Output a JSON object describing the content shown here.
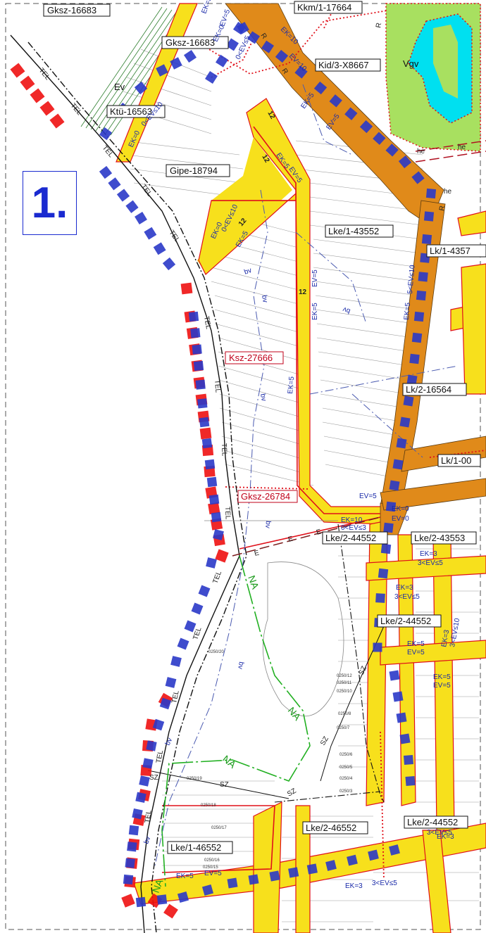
{
  "section_number": "1.",
  "zone_labels": [
    {
      "id": "gksz-16683-top",
      "text": "Gksz-16683",
      "style": "black"
    },
    {
      "id": "kkm-1-17664",
      "text": "Kkm/1-17664",
      "style": "black"
    },
    {
      "id": "gksz-16683",
      "text": "Gksz-16683",
      "style": "black"
    },
    {
      "id": "kid-3-x8667",
      "text": "Kid/3-X8667",
      "style": "black"
    },
    {
      "id": "vgv",
      "text": "Vgv",
      "style": "plain"
    },
    {
      "id": "ev",
      "text": "Ev",
      "style": "plain"
    },
    {
      "id": "ktu-16563",
      "text": "Ktü-16563",
      "style": "black"
    },
    {
      "id": "gipe-18794",
      "text": "Gipe-18794",
      "style": "black"
    },
    {
      "id": "lke-1-43552",
      "text": "Lke/1-43552",
      "style": "black"
    },
    {
      "id": "lk-1-4357",
      "text": "Lk/1-4357",
      "style": "black"
    },
    {
      "id": "ksz-27666",
      "text": "Ksz-27666",
      "style": "red"
    },
    {
      "id": "lk-2-16564",
      "text": "Lk/2-16564",
      "style": "black"
    },
    {
      "id": "lk-1-00",
      "text": "Lk/1-00",
      "style": "black"
    },
    {
      "id": "gksz-26784",
      "text": "Gksz-26784",
      "style": "red"
    },
    {
      "id": "lke-2-44552-a",
      "text": "Lke/2-44552",
      "style": "black"
    },
    {
      "id": "lke-2-43553",
      "text": "Lke/2-43553",
      "style": "black"
    },
    {
      "id": "lke-2-44552-b",
      "text": "Lke/2-44552",
      "style": "black"
    },
    {
      "id": "lke-2-46552",
      "text": "Lke/2-46552",
      "style": "black"
    },
    {
      "id": "lke-2-44552-c",
      "text": "Lke/2-44552",
      "style": "black"
    },
    {
      "id": "lke-1-46552",
      "text": "Lke/1-46552",
      "style": "black"
    }
  ],
  "road_labels": [
    "EK=5",
    "EV=5",
    "EK=0",
    "0<EV≤5",
    "EK=10",
    "EV=10",
    "EK=0",
    "0<EV≤10",
    "EK=0",
    "0<EV≤10",
    "EK=5",
    "EK=5",
    "EV=5",
    "EK=5",
    "EV=5",
    "EK=5",
    "EV=5",
    "EK=5",
    "5<EV≤10",
    "EK=5",
    "EV=5",
    "EK=0",
    "EV=0",
    "EK=10",
    "0<EV≤3",
    "EK=3",
    "3<EV≤5",
    "EK=3",
    "3<EV≤5",
    "EK=5",
    "EV=5",
    "EK=5",
    "EV=5",
    "EK=3",
    "3<EV≤10",
    "EK=5",
    "EV=5",
    "EK=3",
    "3<EV≤5",
    "EK=3",
    "3<EV≤5"
  ],
  "line_markers": {
    "tel": "TEL",
    "bv": "bv",
    "na": "NA",
    "sz": "SZ",
    "he": "he",
    "r": "R",
    "e": "E",
    "k": "12"
  },
  "parcel_numbers": [
    "0250/20",
    "0250/19",
    "0250/18",
    "0250/17",
    "0250/16",
    "0250/15",
    "0250/8",
    "0250/7",
    "0250/6",
    "0250/5",
    "0250/4",
    "0250/3",
    "0250/10",
    "0250/11",
    "0250/12"
  ],
  "colors": {
    "road_yellow": "#f7e01c",
    "main_road_orange": "#e08a1a",
    "zone_boundary_red": "#e0101a",
    "dashed_blue": "#2a38c8",
    "red_square": "#ee1111",
    "green_area": "#a8e060",
    "water_cyan": "#00e0f0",
    "na_green": "#22b022"
  }
}
